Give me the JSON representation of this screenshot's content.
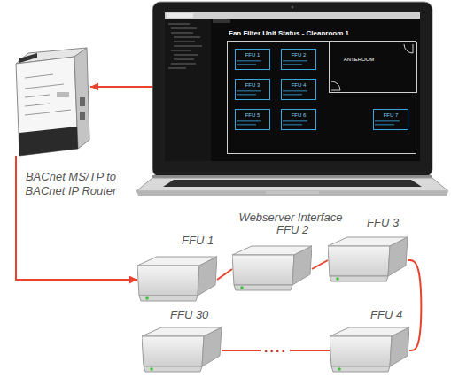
{
  "diagram": {
    "nodes": [
      {
        "text": [
          "BACnet MS/TP to BACnet IP Router"
        ]
      },
      {
        "text": [
          "Webserver Interface"
        ]
      },
      {
        "text": [
          "Fan Filter Unit Status - Cleanroom 1"
        ],
        "in": 1
      },
      {
        "text": [
          "FFU 1"
        ],
        "in": 2
      },
      {
        "text": [
          "FFU 2"
        ],
        "in": 2
      },
      {
        "text": [
          "FFU 3"
        ],
        "in": 2
      },
      {
        "text": [
          "FFU 4"
        ],
        "in": 2
      },
      {
        "text": [
          "FFU 5"
        ],
        "in": 2
      },
      {
        "text": [
          "FFU 6"
        ],
        "in": 2
      },
      {
        "text": [
          "FFU 7"
        ],
        "in": 2
      },
      {
        "text": [
          "ANTEROOM"
        ],
        "in": 2
      },
      {
        "text": [
          "FFU 1"
        ]
      },
      {
        "text": [
          "FFU 2"
        ]
      },
      {
        "text": [
          "FFU 3"
        ]
      },
      {
        "text": [
          "FFU 4"
        ]
      },
      {
        "text": [
          "FFU 30"
        ]
      }
    ],
    "edges": [
      {
        "from": 1,
        "to": 0,
        "arrow": "to"
      },
      {
        "from": 0,
        "to": 11,
        "arrow": "to"
      },
      {
        "from": 11,
        "to": 12,
        "arrow": "none"
      },
      {
        "from": 12,
        "to": 13,
        "arrow": "none"
      },
      {
        "from": 13,
        "to": 14,
        "arrow": "none"
      },
      {
        "from": 14,
        "to": 15,
        "label": "....",
        "arrow": "none"
      }
    ]
  }
}
